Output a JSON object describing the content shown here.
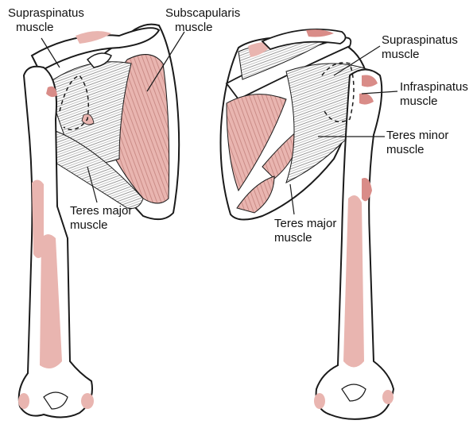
{
  "colors": {
    "muscle": "#e9b5b0",
    "muscle_dark": "#d98c88",
    "outline": "#1a1a1a",
    "bone": "#ffffff"
  },
  "labels": {
    "supraspinatus_left": [
      "Supraspinatus",
      "muscle"
    ],
    "subscapularis": [
      "Subscapularis",
      "muscle"
    ],
    "teres_major_left": [
      "Teres major",
      "muscle"
    ],
    "supraspinatus_right": [
      "Supraspinatus",
      "muscle"
    ],
    "infraspinatus": [
      "Infraspinatus",
      "muscle"
    ],
    "teres_minor": [
      "Teres minor",
      "muscle"
    ],
    "teres_major_right": [
      "Teres major",
      "muscle"
    ]
  }
}
